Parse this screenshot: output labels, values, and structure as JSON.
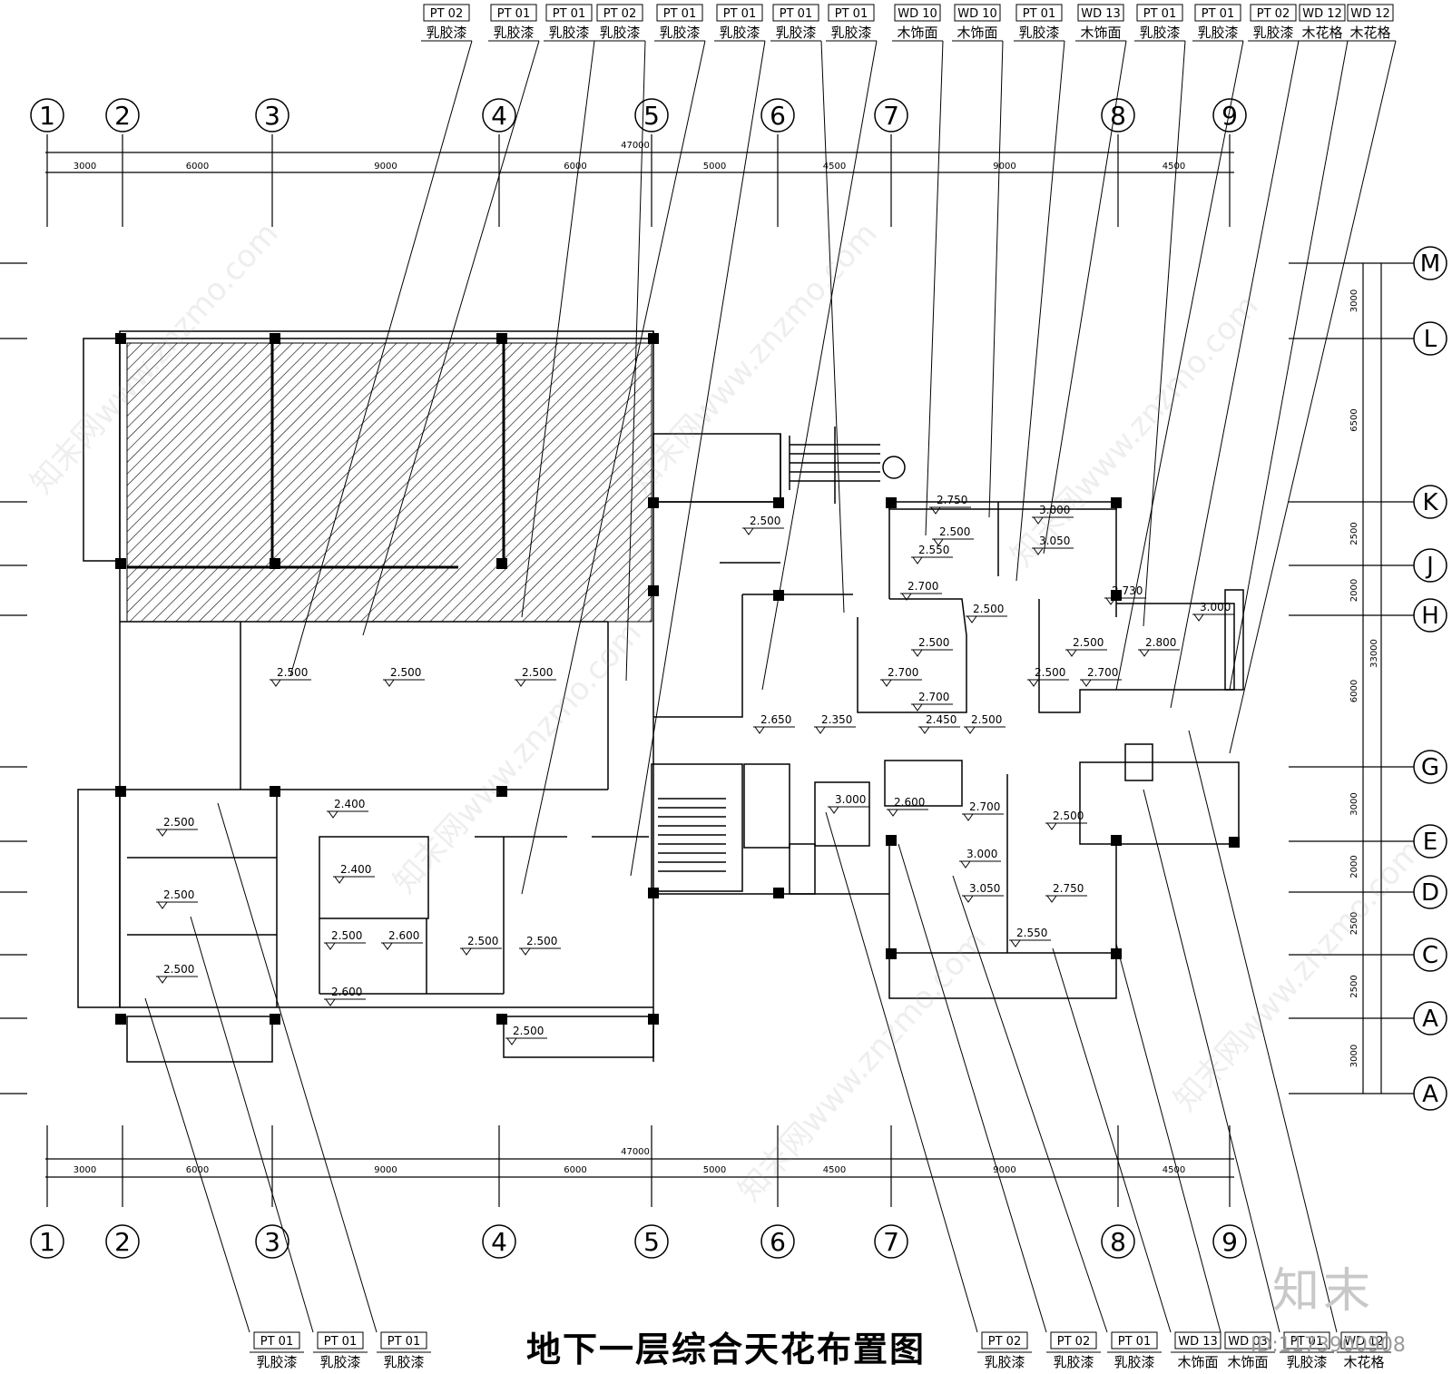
{
  "drawing_title": "地下一层综合天花布置图",
  "document_id": "ID:1173900908",
  "logo_text": "知末",
  "watermark_text": "知末网www.znzmo.com",
  "axes_x": [
    "1",
    "2",
    "3",
    "4",
    "5",
    "6",
    "7",
    "8",
    "9"
  ],
  "axes_y": [
    "M",
    "L",
    "K",
    "J",
    "H",
    "G",
    "E",
    "D",
    "C",
    "A",
    "A"
  ],
  "dims_x": [
    "3000",
    "6000",
    "9000",
    "6000",
    "5000",
    "4500",
    "9000",
    "4500"
  ],
  "dims_x_total": "47000",
  "dims_y": [
    "3000",
    "6500",
    "2500",
    "2000",
    "6000",
    "3000",
    "2000",
    "2500",
    "2500",
    "3000"
  ],
  "dims_y_total": "33000",
  "top_tags": [
    {
      "code": "PT",
      "num": "02",
      "material": "乳胶漆"
    },
    {
      "code": "PT",
      "num": "01",
      "material": "乳胶漆"
    },
    {
      "code": "PT",
      "num": "01",
      "material": "乳胶漆"
    },
    {
      "code": "PT",
      "num": "02",
      "material": "乳胶漆"
    },
    {
      "code": "PT",
      "num": "01",
      "material": "乳胶漆"
    },
    {
      "code": "PT",
      "num": "01",
      "material": "乳胶漆"
    },
    {
      "code": "PT",
      "num": "01",
      "material": "乳胶漆"
    },
    {
      "code": "PT",
      "num": "01",
      "material": "乳胶漆"
    },
    {
      "code": "WD",
      "num": "10",
      "material": "木饰面"
    },
    {
      "code": "WD",
      "num": "10",
      "material": "木饰面"
    },
    {
      "code": "PT",
      "num": "01",
      "material": "乳胶漆"
    },
    {
      "code": "WD",
      "num": "13",
      "material": "木饰面"
    },
    {
      "code": "PT",
      "num": "01",
      "material": "乳胶漆"
    },
    {
      "code": "PT",
      "num": "01",
      "material": "乳胶漆"
    },
    {
      "code": "PT",
      "num": "02",
      "material": "乳胶漆"
    },
    {
      "code": "WD",
      "num": "12",
      "material": "木花格"
    },
    {
      "code": "WD",
      "num": "12",
      "material": "木花格"
    }
  ],
  "bottom_tags": [
    {
      "code": "PT",
      "num": "01",
      "material": "乳胶漆"
    },
    {
      "code": "PT",
      "num": "01",
      "material": "乳胶漆"
    },
    {
      "code": "PT",
      "num": "01",
      "material": "乳胶漆"
    },
    {
      "code": "PT",
      "num": "02",
      "material": "乳胶漆"
    },
    {
      "code": "PT",
      "num": "02",
      "material": "乳胶漆"
    },
    {
      "code": "PT",
      "num": "01",
      "material": "乳胶漆"
    },
    {
      "code": "WD",
      "num": "13",
      "material": "木饰面"
    },
    {
      "code": "WD",
      "num": "03",
      "material": "木饰面"
    },
    {
      "code": "PT",
      "num": "01",
      "material": "乳胶漆"
    },
    {
      "code": "WD",
      "num": "12",
      "material": "木花格"
    }
  ],
  "ceiling_heights": [
    "2.500",
    "2.500",
    "2.500",
    "2.400",
    "2.500",
    "2.500",
    "2.500",
    "2.400",
    "2.500",
    "2.600",
    "2.600",
    "2.500",
    "2.500",
    "2.500",
    "2.500",
    "2.650",
    "2.350",
    "2.450",
    "2.500",
    "2.550",
    "2.750",
    "2.700",
    "2.500",
    "2.500",
    "2.500",
    "2.700",
    "3.000",
    "3.050",
    "2.700",
    "2.730",
    "2.500",
    "2.800",
    "3.000",
    "2.500",
    "2.700",
    "3.000",
    "2.600",
    "2.700",
    "2.500",
    "3.000",
    "3.050",
    "2.750",
    "2.550"
  ],
  "colors": {
    "line": "#000000",
    "hatch": "#000000",
    "watermark": "#969696"
  }
}
